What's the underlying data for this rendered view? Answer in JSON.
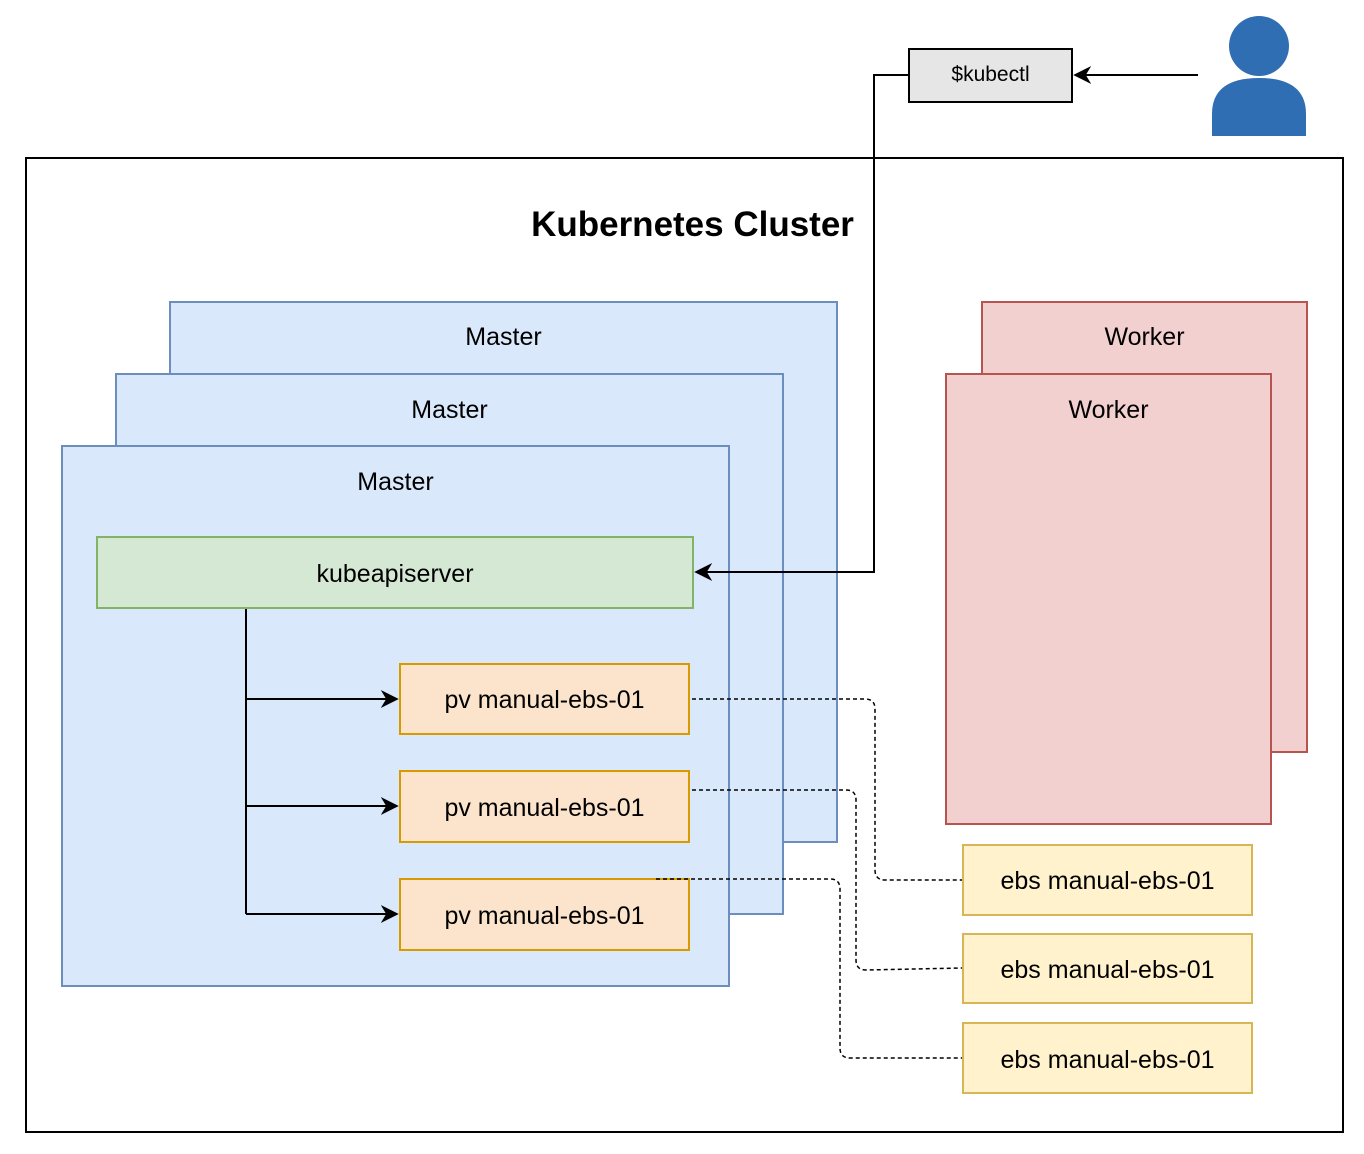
{
  "cli": {
    "label": "$kubectl"
  },
  "user": {
    "icon": "user-icon",
    "color": "#2f6eb3"
  },
  "cluster": {
    "title": "Kubernetes Cluster"
  },
  "masters": [
    {
      "label": "Master"
    },
    {
      "label": "Master"
    },
    {
      "label": "Master"
    }
  ],
  "workers": [
    {
      "label": "Worker"
    },
    {
      "label": "Worker"
    }
  ],
  "apiserver": {
    "label": "kubeapiserver"
  },
  "pvs": [
    {
      "label": "pv manual-ebs-01"
    },
    {
      "label": "pv manual-ebs-01"
    },
    {
      "label": "pv manual-ebs-01"
    }
  ],
  "ebs": [
    {
      "label": "ebs manual-ebs-01"
    },
    {
      "label": "ebs manual-ebs-01"
    },
    {
      "label": "ebs manual-ebs-01"
    }
  ],
  "colors": {
    "master_fill": "#dae8fc",
    "master_stroke": "#6c8ebf",
    "worker_fill": "#f2d0cf",
    "worker_stroke": "#b85450",
    "api_fill": "#d5e8d4",
    "api_stroke": "#82b366",
    "pv_fill": "#fbe4cb",
    "pv_stroke": "#d79b00",
    "ebs_fill": "#fff2cc",
    "ebs_stroke": "#d6b656",
    "cli_fill": "#e6e6e6"
  }
}
